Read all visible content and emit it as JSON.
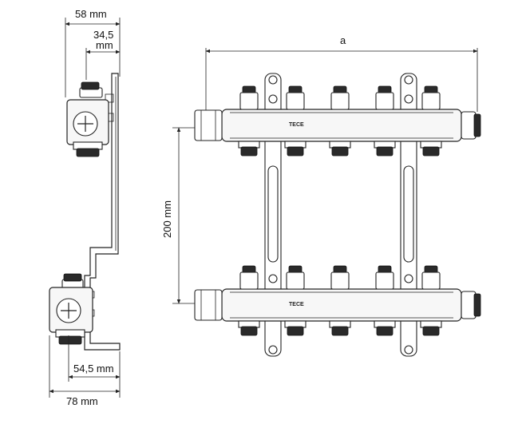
{
  "dimensions": {
    "side_top_width": "58 mm",
    "side_top_offset_line1": "34,5",
    "side_top_offset_line2": "mm",
    "side_bottom_offset": "54,5 mm",
    "side_bottom_width": "78 mm",
    "front_width": "a",
    "front_height": "200 mm"
  },
  "brand": {
    "logo_top": "TECE",
    "logo_bottom": "TECE"
  },
  "colors": {
    "line": "#222222",
    "valve_cap": "#2a2a2a",
    "background": "#ffffff"
  }
}
